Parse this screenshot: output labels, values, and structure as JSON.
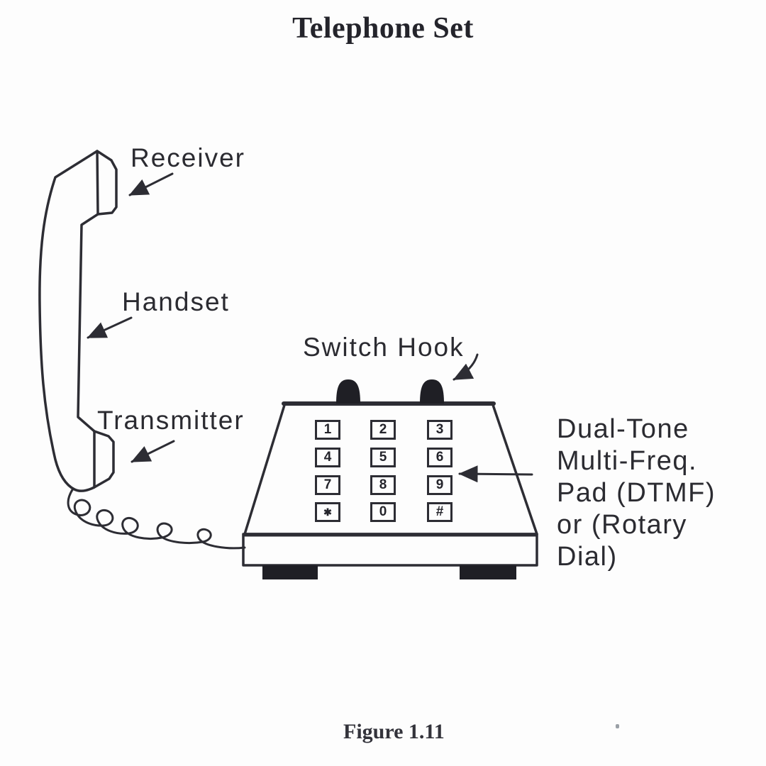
{
  "title": "Telephone Set",
  "caption": "Figure 1.11",
  "labels": {
    "receiver": "Receiver",
    "handset": "Handset",
    "transmitter": "Transmitter",
    "switch_hook": "Switch Hook",
    "dtmf": {
      "lines": [
        "Dual-Tone",
        "Multi-Freq.",
        "Pad (DTMF)",
        "or (Rotary",
        "Dial)"
      ]
    }
  },
  "keypad": {
    "keys": [
      "1",
      "2",
      "3",
      "4",
      "5",
      "6",
      "7",
      "8",
      "9",
      "✱",
      "0",
      "#"
    ]
  },
  "colors": {
    "ink": "#2d2d34",
    "fill_black": "#1f1f25",
    "background": "#fdfdfd"
  }
}
